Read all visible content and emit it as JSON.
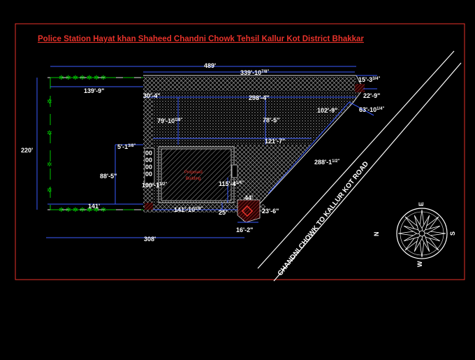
{
  "title": "Police Station Hayat khan Shaheed Chandni Chowk  Tehsil Kallur Kot  District Bhakkar",
  "road_label": "CHANDNI CHOWK TO KALLUR KOT ROAD",
  "building_label_line1": "Proposed",
  "building_label_line2": "Building",
  "compass": {
    "n": "N",
    "s": "S",
    "e": "E",
    "w": "W"
  },
  "dims": {
    "top_total": "489'",
    "top_right_part": "339'-10",
    "top_right_frac": "7/8\"",
    "top_far_right": "15'-3",
    "top_far_right_frac": "3/4\"",
    "left_top": "139'-9\"",
    "mid_left": "30'-4\"",
    "mid_center": "298'-4\"",
    "right_small": "22'-9\"",
    "right_mid": "63'-10",
    "right_mid_frac": "1/4\"",
    "left_height": "220'",
    "inner_a": "79'-10",
    "inner_a_frac": "1/8\"",
    "inner_b": "78'-5\"",
    "inner_c": "102'-9\"",
    "inner_d": "121'-7\"",
    "diag": "288'-1",
    "diag_frac": "1/2\"",
    "small_left": "5'-1",
    "small_left_frac": "3/8\"",
    "left_mid": "88'-5\"",
    "bldg_left": "100'-1",
    "bldg_left_frac": "1/2\"",
    "bldg_right": "115'-4",
    "bldg_right_frac": "1/4\"",
    "bottom_left": "141'",
    "bottom_mid": "141'-10",
    "bottom_mid_frac": "1/8\"",
    "bottom_small": "25'",
    "gate_a": "44'",
    "gate_b": "23'-6\"",
    "gate_c": "16'-2\"",
    "bottom_total": "308'"
  }
}
